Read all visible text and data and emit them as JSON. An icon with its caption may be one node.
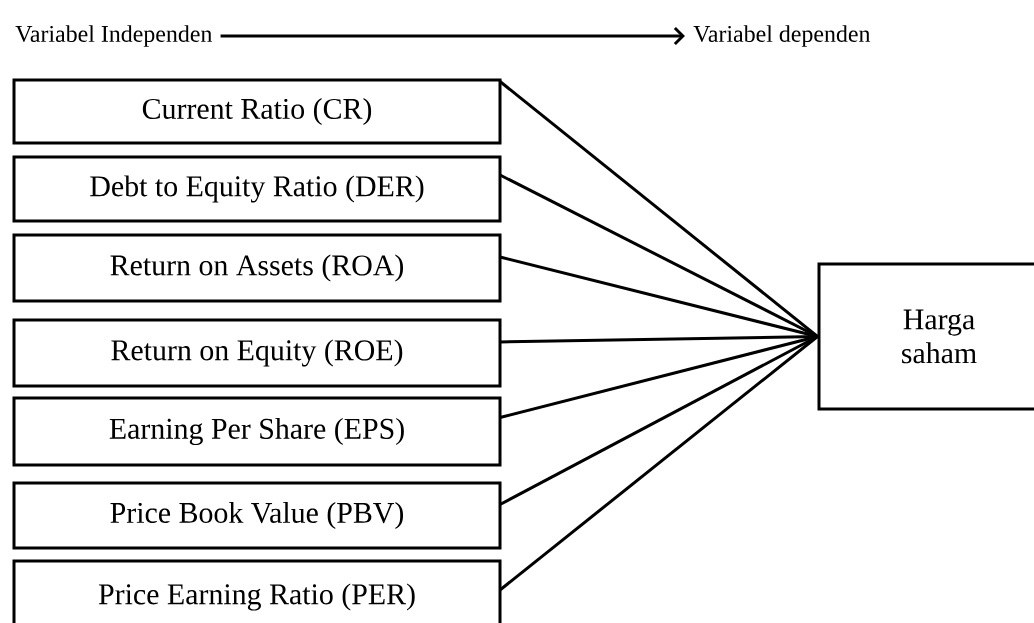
{
  "diagram": {
    "nodes": [
      {
        "text": [
          "Variabel Independen"
        ]
      },
      {
        "text": [
          "Variabel dependen"
        ]
      },
      {
        "text": [
          "Current Ratio (CR)"
        ]
      },
      {
        "text": [
          "Debt to Equity Ratio (DER)"
        ]
      },
      {
        "text": [
          "Return on Assets (ROA)"
        ]
      },
      {
        "text": [
          "Return on Equity (ROE)"
        ]
      },
      {
        "text": [
          "Earning Per Share (EPS)"
        ]
      },
      {
        "text": [
          "Price Book Value (PBV)"
        ]
      },
      {
        "text": [
          "Price Earning Ratio (PER)"
        ]
      },
      {
        "text": [
          "Harga saham"
        ]
      }
    ],
    "edges": [
      {
        "from": 0,
        "to": 1,
        "arrow": "to"
      },
      {
        "from": 2,
        "to": 9,
        "arrow": "none"
      },
      {
        "from": 3,
        "to": 9,
        "arrow": "none"
      },
      {
        "from": 4,
        "to": 9,
        "arrow": "none"
      },
      {
        "from": 5,
        "to": 9,
        "arrow": "none"
      },
      {
        "from": 6,
        "to": 9,
        "arrow": "none"
      },
      {
        "from": 7,
        "to": 9,
        "arrow": "none"
      },
      {
        "from": 8,
        "to": 9,
        "arrow": "none"
      }
    ]
  }
}
